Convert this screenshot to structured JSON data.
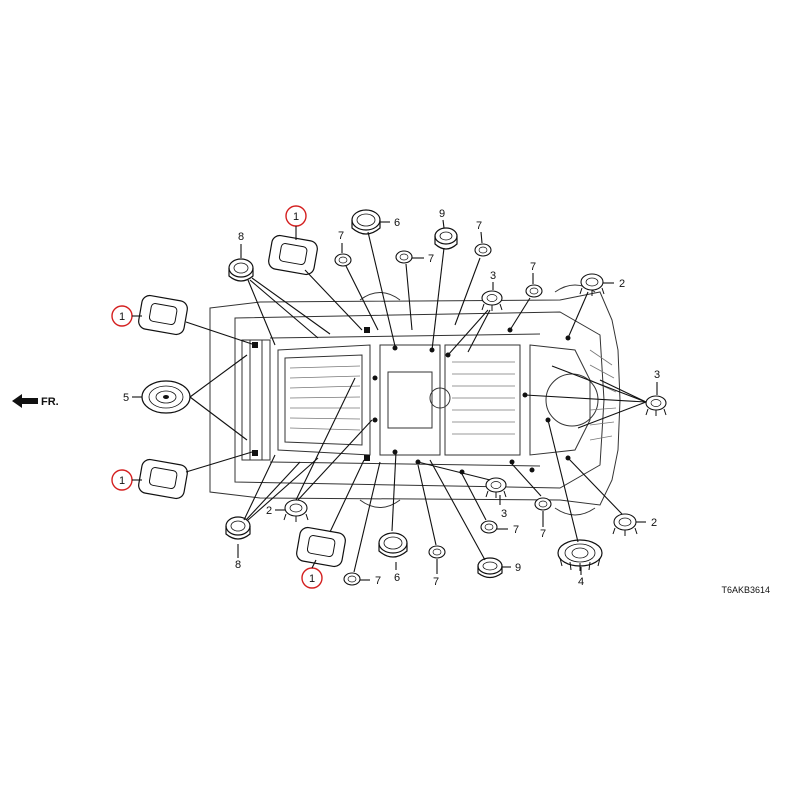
{
  "front_indicator": "FR.",
  "diagram_code": "T6AKB3614",
  "accent_color": "#d42020",
  "callouts": [
    {
      "id": "c1-top",
      "label": "1",
      "highlighted": true
    },
    {
      "id": "c1-left-upper",
      "label": "1",
      "highlighted": true
    },
    {
      "id": "c1-left-lower",
      "label": "1",
      "highlighted": true
    },
    {
      "id": "c1-bottom",
      "label": "1",
      "highlighted": true
    },
    {
      "id": "c2-right-top",
      "label": "2"
    },
    {
      "id": "c2-left-bottom",
      "label": "2"
    },
    {
      "id": "c2-right-bottom",
      "label": "2"
    },
    {
      "id": "c3-top",
      "label": "3"
    },
    {
      "id": "c3-right",
      "label": "3"
    },
    {
      "id": "c3-bottom",
      "label": "3"
    },
    {
      "id": "c4",
      "label": "4"
    },
    {
      "id": "c5",
      "label": "5"
    },
    {
      "id": "c6-top",
      "label": "6"
    },
    {
      "id": "c6-bottom",
      "label": "6"
    },
    {
      "id": "c7-top-a",
      "label": "7"
    },
    {
      "id": "c7-top-b",
      "label": "7"
    },
    {
      "id": "c7-top-c",
      "label": "7"
    },
    {
      "id": "c7-top-d",
      "label": "7"
    },
    {
      "id": "c7-bottom-a",
      "label": "7"
    },
    {
      "id": "c7-bottom-b",
      "label": "7"
    },
    {
      "id": "c7-bottom-c",
      "label": "7"
    },
    {
      "id": "c7-bottom-d",
      "label": "7"
    },
    {
      "id": "c8-top",
      "label": "8"
    },
    {
      "id": "c8-bottom",
      "label": "8"
    },
    {
      "id": "c9-top",
      "label": "9"
    },
    {
      "id": "c9-bottom",
      "label": "9"
    }
  ]
}
